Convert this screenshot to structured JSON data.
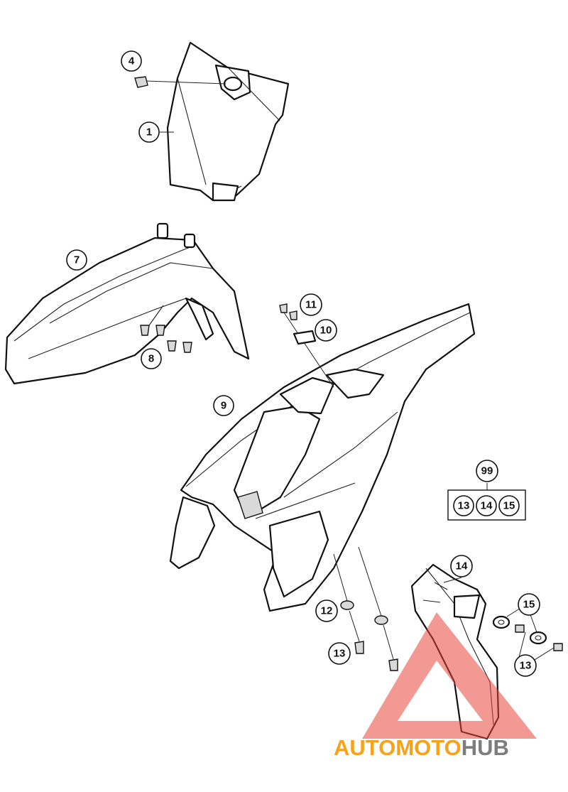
{
  "callouts": {
    "c1": "1",
    "c4": "4",
    "c7": "7",
    "c8": "8",
    "c9": "9",
    "c10": "10",
    "c11": "11",
    "c12": "12",
    "c13a": "13",
    "c13b": "13",
    "c14": "14",
    "c15": "15",
    "c99": "99"
  },
  "kit_box": {
    "items": [
      "13",
      "14",
      "15"
    ]
  },
  "watermark": {
    "part1": "AUTOMOTO",
    "part2": "HUB"
  },
  "colors": {
    "watermark_orange": "#f6a21b",
    "watermark_gray": "#7d7d7d",
    "watermark_red": "#e8463c"
  }
}
